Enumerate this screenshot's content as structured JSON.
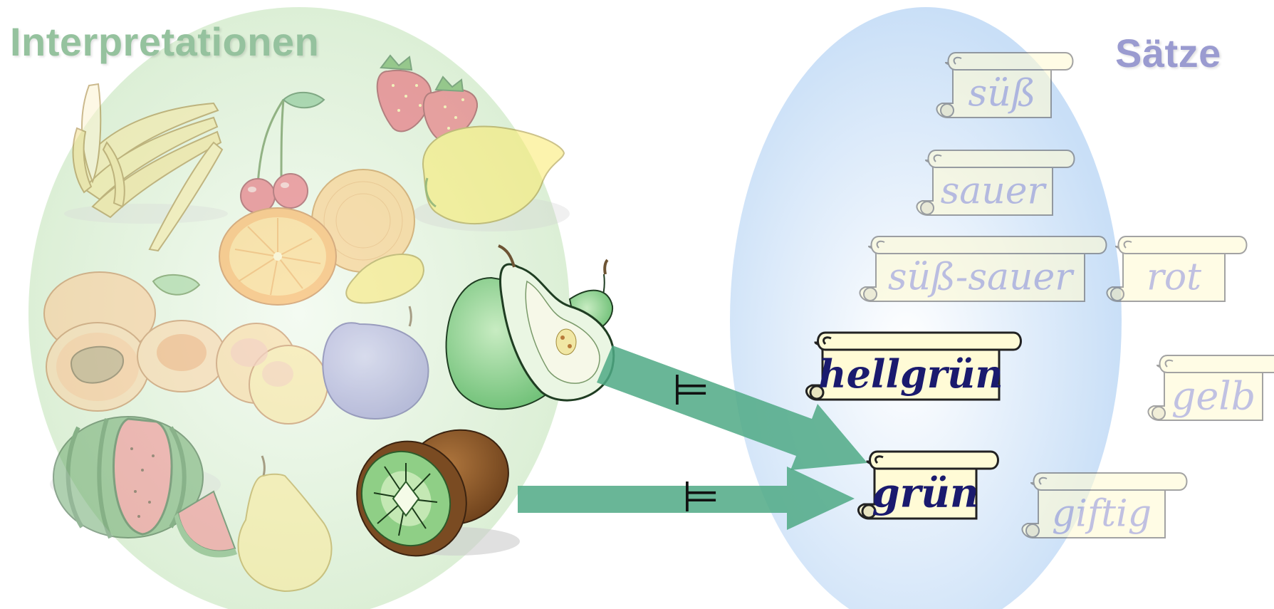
{
  "diagram": {
    "left_set": {
      "title": "Interpretationen",
      "color": "#95c29e"
    },
    "right_set": {
      "title": "Sätze",
      "color": "#9a9bd0"
    },
    "fruits": [
      {
        "icon": "banana-icon"
      },
      {
        "icon": "cherries-icon"
      },
      {
        "icon": "strawberries-icon"
      },
      {
        "icon": "lemon-icon"
      },
      {
        "icon": "orange-icon"
      },
      {
        "icon": "apricot-icon"
      },
      {
        "icon": "peach-icon"
      },
      {
        "icon": "plum-icon"
      },
      {
        "icon": "green-pear-icon",
        "highlighted": true
      },
      {
        "icon": "watermelon-icon"
      },
      {
        "icon": "yellow-pear-icon"
      },
      {
        "icon": "kiwi-icon",
        "highlighted": true
      }
    ],
    "sentences": [
      {
        "id": "suess",
        "text": "süß",
        "highlighted": false
      },
      {
        "id": "sauer",
        "text": "sauer",
        "highlighted": false
      },
      {
        "id": "suess-sauer",
        "text": "süß-sauer",
        "highlighted": false
      },
      {
        "id": "rot",
        "text": "rot",
        "highlighted": false
      },
      {
        "id": "hellgruen",
        "text": "hellgrün",
        "highlighted": true
      },
      {
        "id": "gelb",
        "text": "gelb",
        "highlighted": false
      },
      {
        "id": "gruen",
        "text": "grün",
        "highlighted": true
      },
      {
        "id": "giftig",
        "text": "giftig",
        "highlighted": false
      }
    ],
    "relations": [
      {
        "from": "green-pear-icon",
        "to": "gruen",
        "symbol": "⊨"
      },
      {
        "from": "kiwi-icon",
        "to": "gruen",
        "symbol": "⊨"
      }
    ],
    "colors": {
      "arrow": "#4fa985",
      "faded_text": "#9a9bd0",
      "active_text": "#1a1a6e",
      "scroll_fill": "#fffbd6",
      "scroll_edge": "#6b6b6b"
    }
  }
}
